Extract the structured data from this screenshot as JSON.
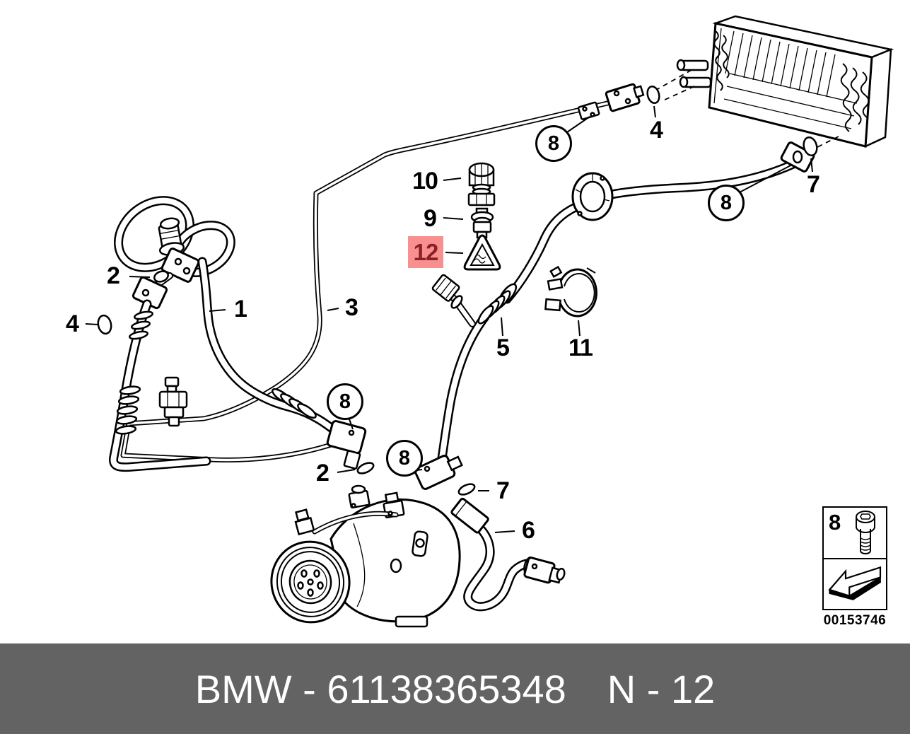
{
  "page": {
    "background": "#ffffff"
  },
  "callouts": {
    "c1": "1",
    "c2_left": "2",
    "c2_mid": "2",
    "c3": "3",
    "c4_left": "4",
    "c4_right": "4",
    "c5": "5",
    "c6": "6",
    "c7_mid": "7",
    "c7_right": "7",
    "c9": "9",
    "c10": "10",
    "c11": "11",
    "c12": "12",
    "c8_top": "8",
    "c8_right": "8",
    "c8_mid_left": "8",
    "c8_mid": "8"
  },
  "highlight": {
    "background": "#f8908f",
    "text_color": "#8b2026"
  },
  "legend": {
    "fastener_label": "8",
    "image_number": "00153746"
  },
  "footer": {
    "part_label": "BMW - 61138365348",
    "sheet_label": "N - 12",
    "background": "#636363",
    "text_color": "#ffffff"
  }
}
